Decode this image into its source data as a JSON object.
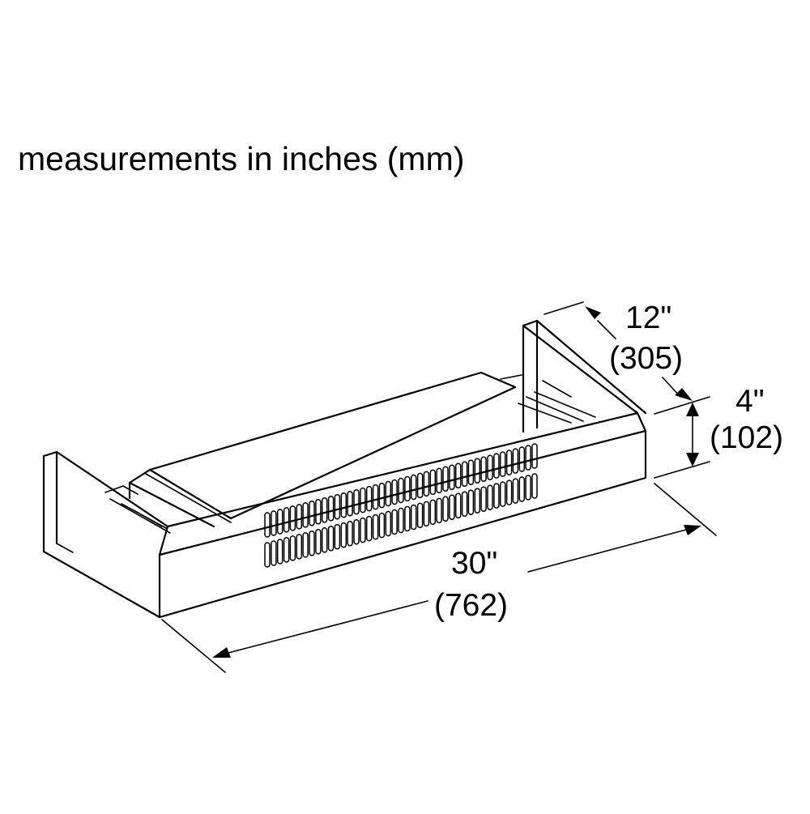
{
  "title": "measurements in inches (mm)",
  "dimensions": {
    "depth": {
      "inches": "12\"",
      "mm": "(305)"
    },
    "height": {
      "inches": "4\"",
      "mm": "(102)"
    },
    "width": {
      "inches": "30\"",
      "mm": "(762)"
    }
  },
  "colors": {
    "line": "#000000",
    "background": "#ffffff"
  }
}
